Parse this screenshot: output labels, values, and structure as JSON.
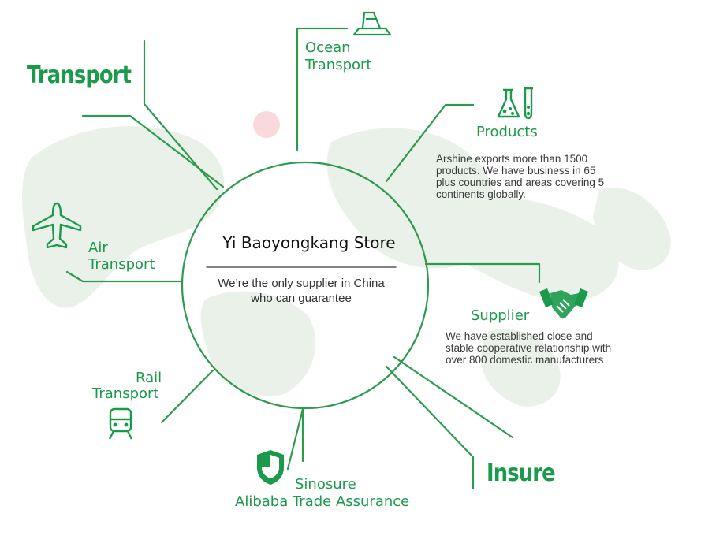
{
  "center": {
    "title": "Yi Baoyongkang Store",
    "subtitle": "We’re the only supplier in China who can guarantee"
  },
  "headings": {
    "transport": "Transport",
    "insure": "Insure"
  },
  "nodes": {
    "ocean_transport": {
      "line1": "Ocean",
      "line2": "Transport",
      "icon": "ship-icon"
    },
    "products": {
      "label": "Products",
      "description": "Arshine exports more than 1500 products. We have business in 65 plus countries and areas covering 5 continents globally.",
      "icon": "lab-flask-icon"
    },
    "air_transport": {
      "line1": "Air",
      "line2": "Transport",
      "icon": "airplane-icon"
    },
    "supplier": {
      "label": "Supplier",
      "description": "We have established close and stable cooperative relationship with over 800 domestic manufacturers",
      "icon": "handshake-icon"
    },
    "rail_transport": {
      "line1": "Rail",
      "line2": "Transport",
      "icon": "train-icon"
    },
    "sinosure": {
      "line1": "Sinosure",
      "line2": "Alibaba Trade Assurance",
      "icon": "shield-icon"
    }
  },
  "colors": {
    "accent": "#1a9a4a",
    "line": "#2e9a4e",
    "map": "#e6efe6"
  }
}
